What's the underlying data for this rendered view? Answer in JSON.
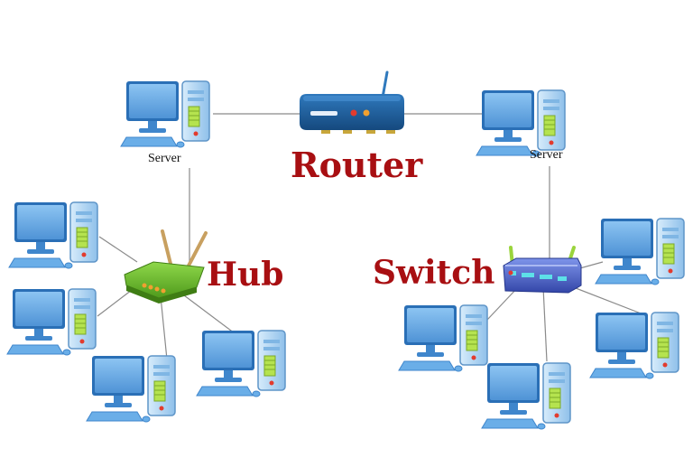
{
  "labels": {
    "router": "Router",
    "hub": "Hub",
    "switch": "Switch",
    "server_left": "Server",
    "server_right": "Server"
  },
  "colors": {
    "label_red": "#a80f12",
    "monitor_blue": "#5da2e0",
    "router_blue": "#1f5d9c",
    "hub_green": "#6cbf2a",
    "switch_blue": "#4a63c9",
    "link_line": "#8a8a8a"
  },
  "nodes": [
    {
      "id": "router",
      "kind": "router",
      "icon": "router-icon"
    },
    {
      "id": "hub",
      "kind": "hub",
      "icon": "hub-icon"
    },
    {
      "id": "switch",
      "kind": "switch",
      "icon": "switch-icon"
    },
    {
      "id": "server-left",
      "kind": "computer",
      "icon": "server-computer-icon"
    },
    {
      "id": "server-right",
      "kind": "computer",
      "icon": "server-computer-icon"
    },
    {
      "id": "hub-pc-1",
      "kind": "computer",
      "icon": "desktop-computer-icon"
    },
    {
      "id": "hub-pc-2",
      "kind": "computer",
      "icon": "desktop-computer-icon"
    },
    {
      "id": "hub-pc-3",
      "kind": "computer",
      "icon": "desktop-computer-icon"
    },
    {
      "id": "hub-pc-4",
      "kind": "computer",
      "icon": "desktop-computer-icon"
    },
    {
      "id": "switch-pc-1",
      "kind": "computer",
      "icon": "desktop-computer-icon"
    },
    {
      "id": "switch-pc-2",
      "kind": "computer",
      "icon": "desktop-computer-icon"
    },
    {
      "id": "switch-pc-3",
      "kind": "computer",
      "icon": "desktop-computer-icon"
    },
    {
      "id": "switch-pc-4",
      "kind": "computer",
      "icon": "desktop-computer-icon"
    }
  ],
  "links": [
    [
      "server-left",
      "router"
    ],
    [
      "router",
      "server-right"
    ],
    [
      "server-left",
      "hub"
    ],
    [
      "server-right",
      "switch"
    ],
    [
      "hub",
      "hub-pc-1"
    ],
    [
      "hub",
      "hub-pc-2"
    ],
    [
      "hub",
      "hub-pc-3"
    ],
    [
      "hub",
      "hub-pc-4"
    ],
    [
      "switch",
      "switch-pc-1"
    ],
    [
      "switch",
      "switch-pc-2"
    ],
    [
      "switch",
      "switch-pc-3"
    ],
    [
      "switch",
      "switch-pc-4"
    ]
  ]
}
